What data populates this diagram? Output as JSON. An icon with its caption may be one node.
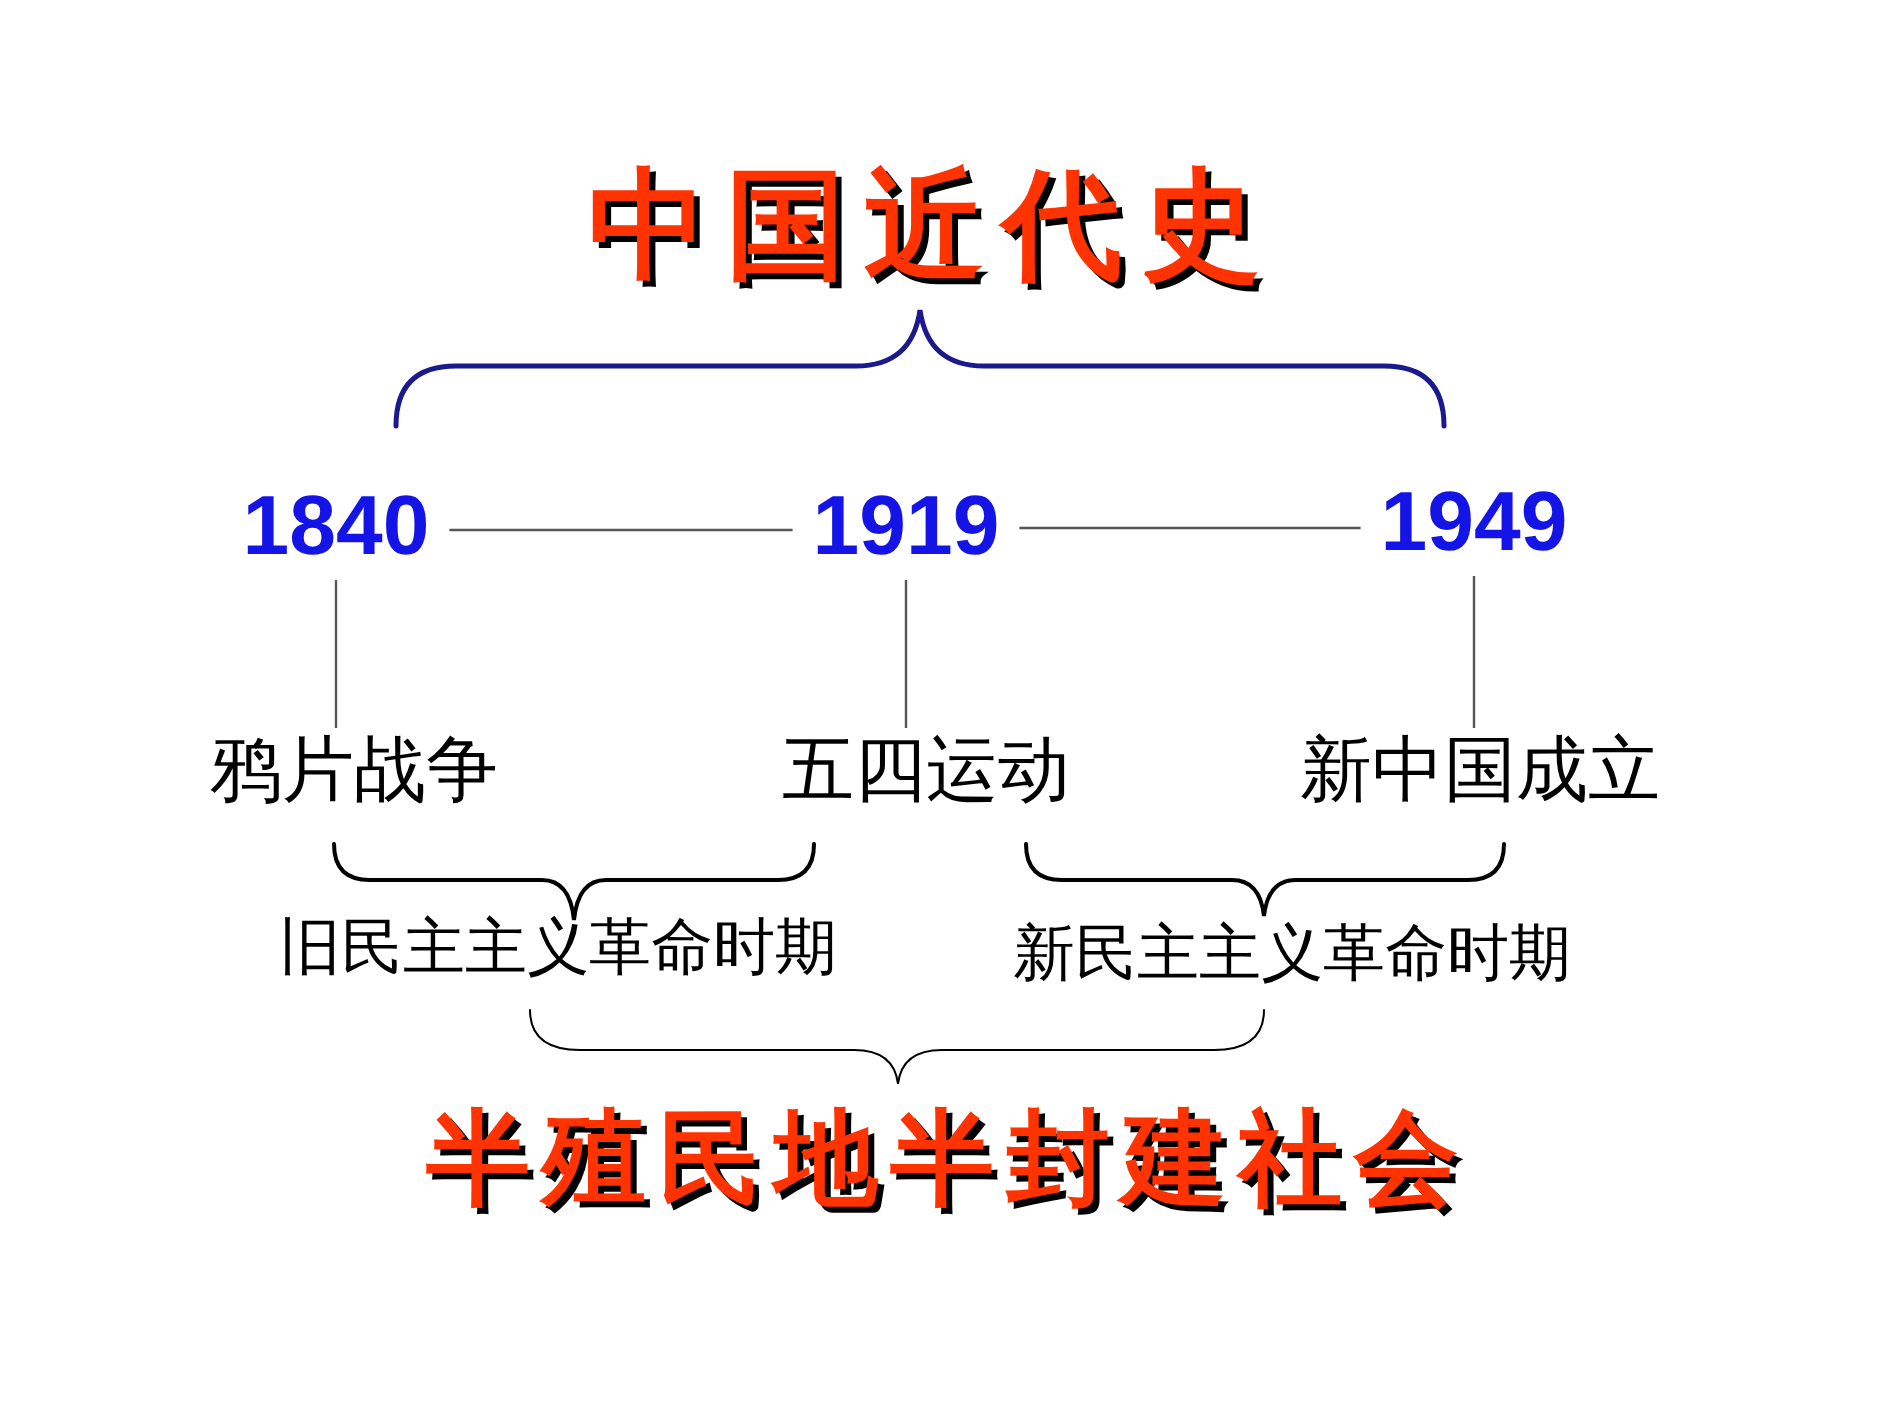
{
  "diagram": {
    "title": "中国近代史",
    "nodes": [
      {
        "text": [
          "1840"
        ]
      },
      {
        "text": [
          "1919"
        ]
      },
      {
        "text": [
          "1949"
        ]
      },
      {
        "text": [
          "鸦片战争"
        ]
      },
      {
        "text": [
          "五四运动"
        ]
      },
      {
        "text": [
          "新中国成立"
        ]
      }
    ],
    "edges": [
      {
        "from": 0,
        "to": 1,
        "arrow": "none"
      },
      {
        "from": 1,
        "to": 2,
        "arrow": "none"
      },
      {
        "from": 0,
        "to": 3,
        "arrow": "none"
      },
      {
        "from": 1,
        "to": 4,
        "arrow": "none"
      },
      {
        "from": 2,
        "to": 5,
        "arrow": "none"
      }
    ],
    "labels": [
      "旧民主主义革命时期",
      "新民主主义革命时期",
      "半殖民地半封建社会"
    ]
  }
}
